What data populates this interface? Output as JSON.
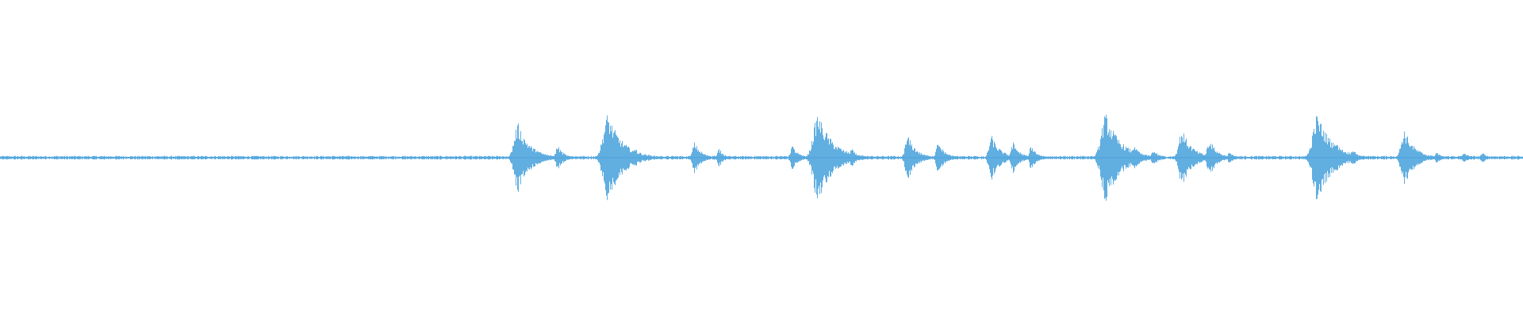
{
  "waveform": {
    "color": "#3a9ad9",
    "background": "#ffffff",
    "icon": "audio-waveform",
    "bursts": [
      {
        "t": 0.34,
        "amp": 0.11
      },
      {
        "t": 0.352,
        "amp": 0.03
      },
      {
        "t": 0.366,
        "amp": 0.04
      },
      {
        "t": 0.399,
        "amp": 0.14
      },
      {
        "t": 0.417,
        "amp": 0.03
      },
      {
        "t": 0.456,
        "amp": 0.05
      },
      {
        "t": 0.472,
        "amp": 0.03
      },
      {
        "t": 0.52,
        "amp": 0.04
      },
      {
        "t": 0.537,
        "amp": 0.14
      },
      {
        "t": 0.559,
        "amp": 0.03
      },
      {
        "t": 0.596,
        "amp": 0.07
      },
      {
        "t": 0.616,
        "amp": 0.05
      },
      {
        "t": 0.651,
        "amp": 0.07
      },
      {
        "t": 0.665,
        "amp": 0.05
      },
      {
        "t": 0.677,
        "amp": 0.04
      },
      {
        "t": 0.726,
        "amp": 0.14
      },
      {
        "t": 0.745,
        "amp": 0.04
      },
      {
        "t": 0.757,
        "amp": 0.03
      },
      {
        "t": 0.776,
        "amp": 0.09
      },
      {
        "t": 0.794,
        "amp": 0.06
      },
      {
        "t": 0.807,
        "amp": 0.02
      },
      {
        "t": 0.865,
        "amp": 0.14
      },
      {
        "t": 0.876,
        "amp": 0.06
      },
      {
        "t": 0.888,
        "amp": 0.03
      },
      {
        "t": 0.922,
        "amp": 0.09
      },
      {
        "t": 0.943,
        "amp": 0.02
      },
      {
        "t": 0.961,
        "amp": 0.02
      },
      {
        "t": 0.973,
        "amp": 0.02
      }
    ],
    "noise_level": 0.004
  }
}
